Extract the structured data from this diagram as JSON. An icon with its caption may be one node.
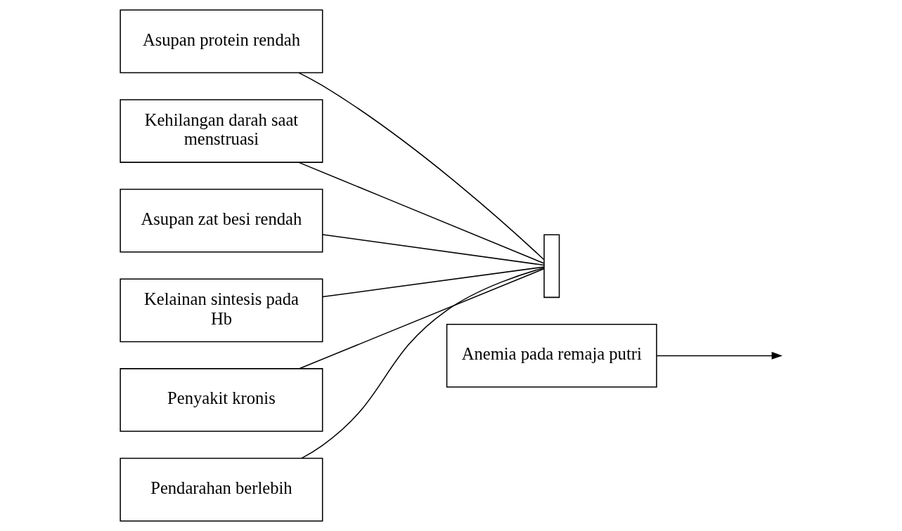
{
  "diagram": {
    "nodes": [
      {
        "text": [
          "Asupan protein rendah"
        ]
      },
      {
        "text": [
          "Kehilangan darah saat menstruasi"
        ]
      },
      {
        "text": [
          "Asupan zat besi rendah"
        ]
      },
      {
        "text": [
          "Kelainan sintesis pada Hb"
        ]
      },
      {
        "text": [
          "Penyakit kronis"
        ]
      },
      {
        "text": [
          "Pendarahan berlebih"
        ]
      },
      {
        "text": [],
        "shape": "box"
      },
      {
        "text": [
          "Anemia pada remaja putri"
        ]
      }
    ],
    "edges": [
      {
        "from": 0,
        "to": 6,
        "arrow": "none"
      },
      {
        "from": 1,
        "to": 6,
        "arrow": "none"
      },
      {
        "from": 2,
        "to": 6,
        "arrow": "none"
      },
      {
        "from": 3,
        "to": 6,
        "arrow": "none"
      },
      {
        "from": 4,
        "to": 6,
        "arrow": "none"
      },
      {
        "from": 5,
        "to": 6,
        "arrow": "none"
      },
      {
        "from": 7,
        "to": null,
        "arrow": "to"
      }
    ]
  }
}
